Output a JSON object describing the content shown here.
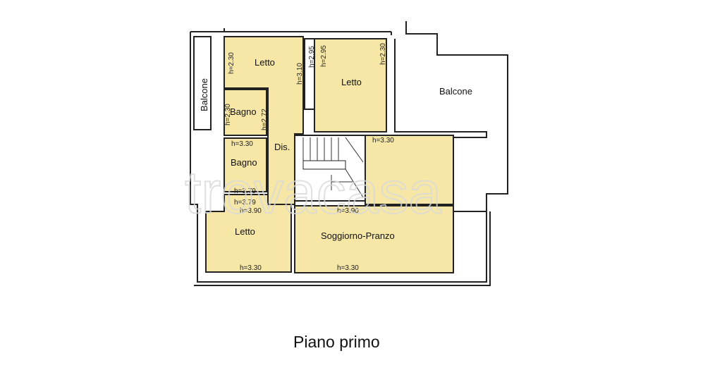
{
  "plan": {
    "caption": "Piano primo",
    "watermark": "trovacasa",
    "room_color": "#f6e7a7",
    "rooms": {
      "balcone_left": "Balcone",
      "letto_1": "Letto",
      "letto_2": "Letto",
      "bagno_1": "Bagno",
      "bagno_2": "Bagno",
      "dis": "Dis.",
      "balcone_right": "Balcone",
      "letto_3": "Letto",
      "soggiorno": "Soggiorno-Pranzo"
    },
    "heights": {
      "letto1_left": "h=2.30",
      "letto1_right": "h=3.10",
      "closet": "h=2.95",
      "letto2_left": "h=2.95",
      "letto2_right": "h=2.30",
      "bagno1_left": "h=2.30",
      "bagno1_right": "h=2.72",
      "bagno2": "h=3.30",
      "right_room": "h=3.30",
      "strip1": "h=3.79",
      "strip2": "h=3.79",
      "letto3_top": "h=3.90",
      "soggiorno_top": "h=3.90",
      "letto3_bottom": "h=3.30",
      "soggiorno_bottom": "h=3.30"
    }
  }
}
